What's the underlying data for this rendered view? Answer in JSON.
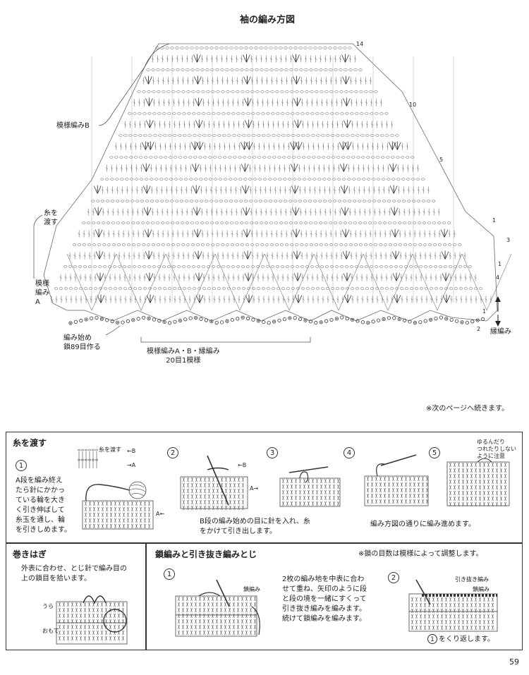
{
  "diagram": {
    "title": "袖の編み方図",
    "row_labels": [
      "14",
      "10",
      "5",
      "1",
      "3",
      "1",
      "4",
      "1",
      "2"
    ],
    "label_pattern_b": "模様編みB",
    "label_pass_yarn": "糸を\n渡す",
    "label_pattern_a": "模様\n編み\nA",
    "label_start": "編み始め\n鎖89目作る",
    "label_repeat": "模様編みA・B・縁編み\n20目1模様",
    "label_edge": "縁編み"
  },
  "continue_note": "※次のページへ続きます。",
  "pass_yarn_box": {
    "heading": "糸を渡す",
    "legend_pass": "糸を渡す",
    "legend_b": "←B",
    "legend_a": "→A",
    "step1_num": "1",
    "step1_text": "A段を編み終え\nたら針にかかっ\nている輪を大き\nく引き伸ばして\n糸玉を通し、輪\nを引きしめます。",
    "step1_arrow": "A←",
    "step2_num": "2",
    "step2_b": "←B",
    "step2_a": "A→",
    "step3_num": "3",
    "step4_num": "4",
    "step5_num": "5",
    "step5_note": "ゆるんだり\nつれたりしない\nように注意",
    "caption_2_3": "B段の編み始めの目に針を入れ、糸\nをかけて引き出します。",
    "caption_4_5": "編み方図の通りに編み進めます。"
  },
  "rolled_seam_box": {
    "heading": "巻きはぎ",
    "text": "外表に合わせ、とじ針で編み目の\n上の鎖目を拾います。",
    "label_back": "うら",
    "label_front": "おもて"
  },
  "chain_slip_box": {
    "heading": "鎖編みと引き抜き編みとじ",
    "note": "※鎖の目数は模様によって調整します。",
    "step1_num": "1",
    "step1_chain": "鎖編み",
    "step1_text": "2枚の編み地を中表に合わ\nせて重ね、矢印のように段\nと段の境を一緒にすくって\n引き抜き編みを編みます。\n続けて鎖編みを編みます。",
    "step2_num": "2",
    "step2_slip": "引き抜き編み",
    "step2_chain": "鎖編み",
    "step2_caption_num": "1",
    "step2_caption": "をくり返します。"
  },
  "page_number": "59"
}
